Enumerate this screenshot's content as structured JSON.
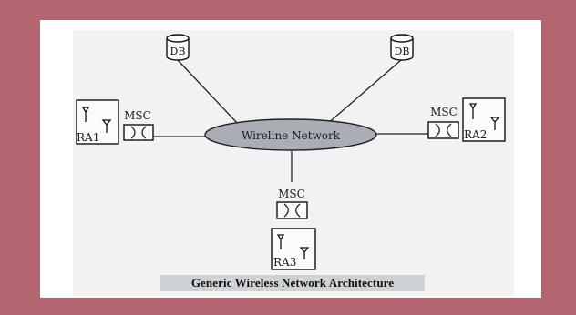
{
  "diagram": {
    "center_label": "Wireline Network",
    "db_left": "DB",
    "db_right": "DB",
    "msc_left": "MSC",
    "msc_right": "MSC",
    "msc_bottom": "MSC",
    "ra_left": "RA1",
    "ra_right": "RA2",
    "ra_bottom": "RA3",
    "caption": "Generic Wireless Network Architecture"
  },
  "colors": {
    "frame_border": "#b3666f",
    "network_fill": "#a9adb6"
  }
}
